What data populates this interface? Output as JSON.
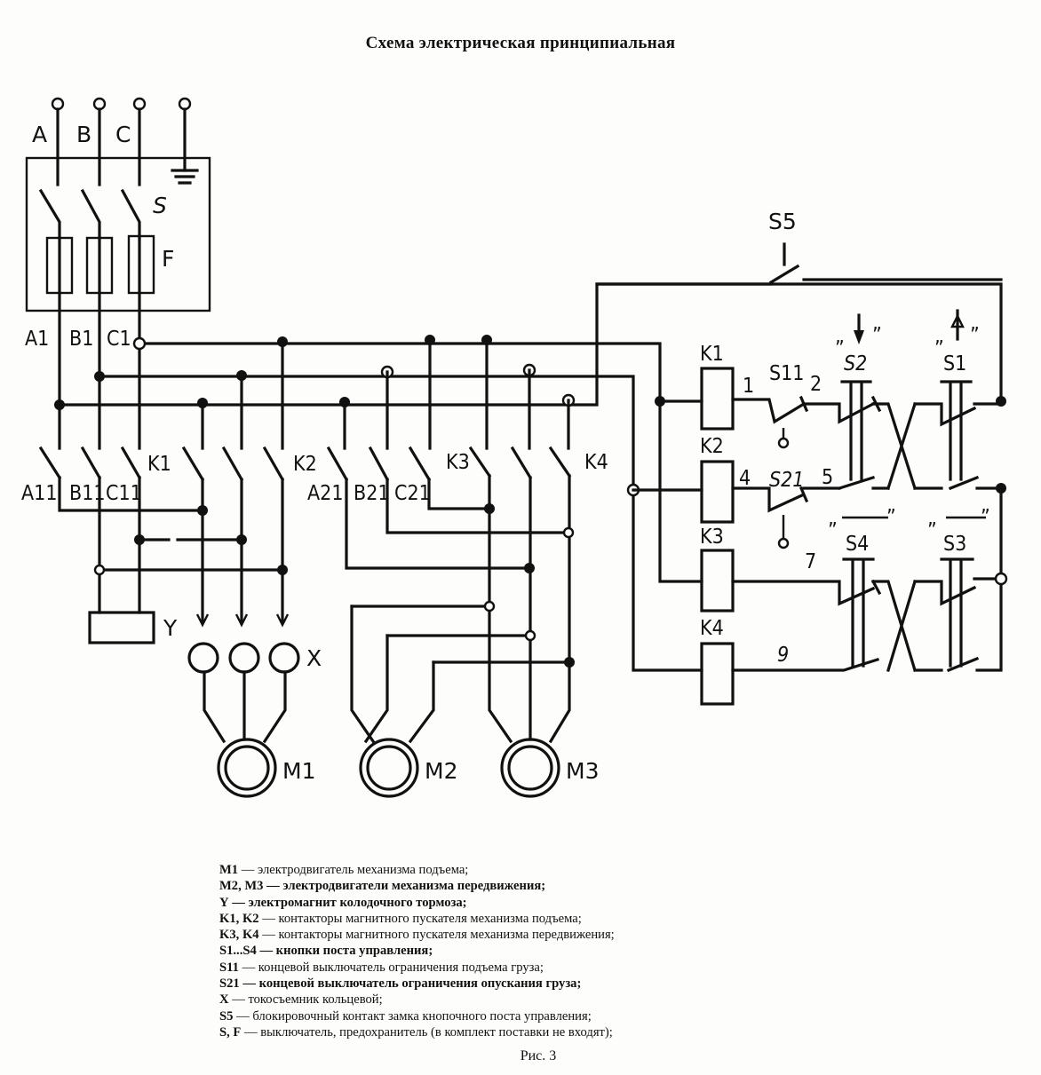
{
  "title": "Схема электрическая принципиальная",
  "caption": "Рис. 3",
  "labels": {
    "supply_a": "A",
    "supply_b": "B",
    "supply_c": "C",
    "switch_s": "S",
    "fuse_f": "F",
    "bus_a1": "A1",
    "bus_b1": "B1",
    "bus_c1": "C1",
    "a11": "A11",
    "b11": "B11",
    "c11": "C11",
    "a21": "A21",
    "b21": "B21",
    "c21": "C21",
    "k1": "K1",
    "k2": "K2",
    "k3": "K3",
    "k4": "K4",
    "y": "Y",
    "x": "X",
    "m1": "M1",
    "m2": "M2",
    "m3": "M3",
    "s5": "S5",
    "s11": "S11",
    "s21": "S21",
    "s1": "S1",
    "s2": "S2",
    "s3": "S3",
    "s4": "S4",
    "coil_k1": "K1",
    "coil_k2": "K2",
    "coil_k3": "K3",
    "coil_k4": "K4",
    "node_1": "1",
    "node_2": "2",
    "node_4": "4",
    "node_5": "5",
    "node_7": "7",
    "node_9": "9",
    "quote_open": "”",
    "quote_close": "”"
  },
  "legend": [
    {
      "key": "M1",
      "desc": "— электродвигатель механизма подъема;",
      "bold": false
    },
    {
      "key": "M2, M3",
      "desc": "— электродвигатели механизма передвижения;",
      "bold": true
    },
    {
      "key": "Y",
      "desc": "— электромагнит колодочного тормоза;",
      "bold": true
    },
    {
      "key": "K1, K2",
      "desc": "— контакторы магнитного пускателя механизма подъема;",
      "bold": false
    },
    {
      "key": "K3, K4",
      "desc": "— контакторы магнитного пускателя механизма передвижения;",
      "bold": false
    },
    {
      "key": "S1...S4",
      "desc": "— кнопки поста управления;",
      "bold": true
    },
    {
      "key": "S11",
      "desc": "— концевой выключатель ограничения подъема груза;",
      "bold": false
    },
    {
      "key": "S21",
      "desc": "— концевой выключатель ограничения опускания груза;",
      "bold": true
    },
    {
      "key": "X",
      "desc": "— токосъемник кольцевой;",
      "bold": false
    },
    {
      "key": "S5",
      "desc": "— блокировочный контакт замка кнопочного поста управления;",
      "bold": false
    },
    {
      "key": "S, F",
      "desc": "— выключатель, предохранитель (в комплект поставки не входят);",
      "bold": false
    }
  ]
}
